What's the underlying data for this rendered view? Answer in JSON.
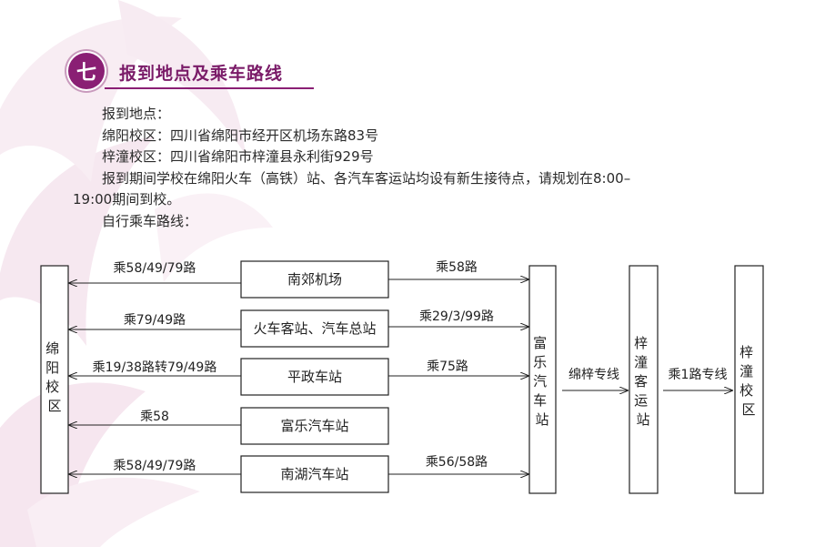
{
  "section": {
    "number": "七",
    "title": "报到地点及乘车路线"
  },
  "paragraphs": [
    "报到地点：",
    "绵阳校区：四川省绵阳市经开区机场东路83号",
    "梓潼校区：四川省绵阳市梓潼县永利街929号",
    "报到期间学校在绵阳火车（高铁）站、各汽车客运站均设有新生接待点，请规划在8:00–",
    "19:00期间到校。",
    "自行乘车路线："
  ],
  "diagram": {
    "left_campus": "绵阳校区",
    "stations": [
      "南郊机场",
      "火车客站、汽车总站",
      "平政车站",
      "富乐汽车站",
      "南湖汽车站"
    ],
    "left_routes": [
      "乘58/49/79路",
      "乘79/49路",
      "乘19/38路转79/49路",
      "乘58",
      "乘58/49/79路"
    ],
    "right_routes": [
      "乘58路",
      "乘29/3/99路",
      "乘75路",
      "",
      "乘56/58路"
    ],
    "hub": "富乐汽车站",
    "hub_to_next": "绵梓专线",
    "next_station": "梓潼客运站",
    "next_to_end": "乘1路专线",
    "right_campus": "梓潼校区"
  },
  "colors": {
    "accent": "#8a1f74",
    "petal": "#f4e6ee"
  }
}
